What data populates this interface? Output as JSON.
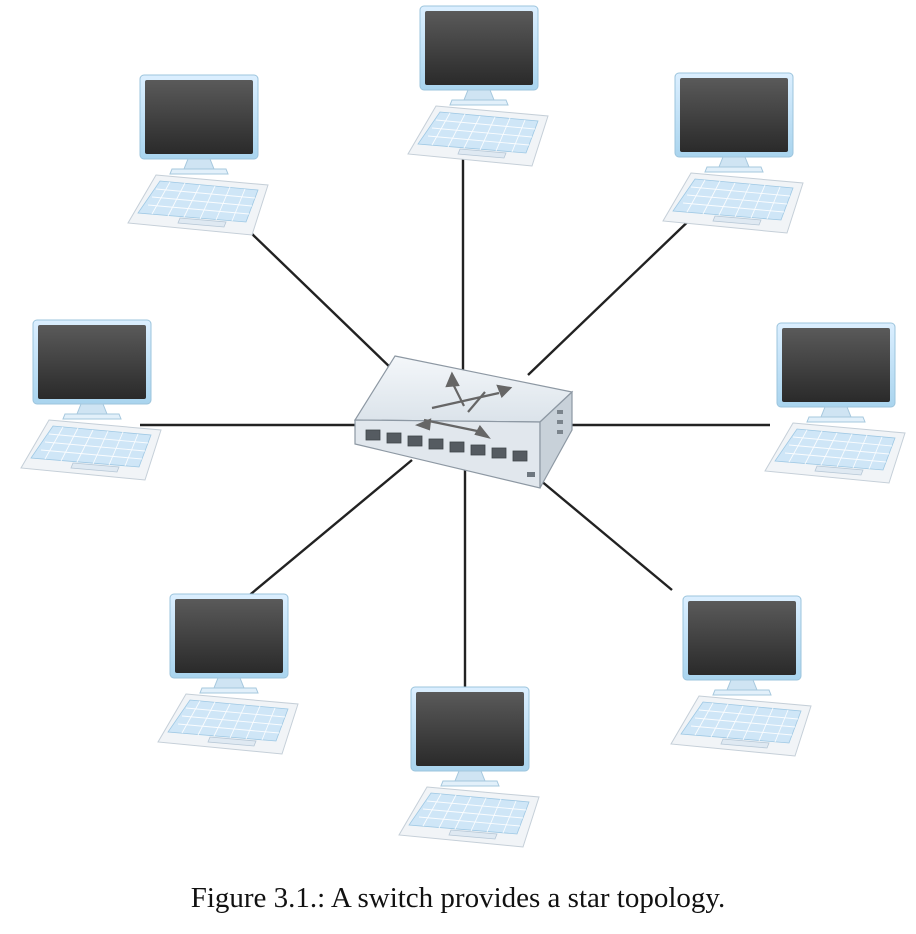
{
  "figure": {
    "caption": "Figure 3.1.: A switch provides a star topology."
  },
  "network": {
    "topology": "star",
    "hub": {
      "device": "switch",
      "icon": "network-switch-icon",
      "port_count": 8
    },
    "nodes": [
      {
        "id": "computer-top",
        "icon": "desktop-computer-icon"
      },
      {
        "id": "computer-top-right",
        "icon": "desktop-computer-icon"
      },
      {
        "id": "computer-right",
        "icon": "desktop-computer-icon"
      },
      {
        "id": "computer-bottom-right",
        "icon": "desktop-computer-icon"
      },
      {
        "id": "computer-bottom",
        "icon": "desktop-computer-icon"
      },
      {
        "id": "computer-bottom-left",
        "icon": "desktop-computer-icon"
      },
      {
        "id": "computer-left",
        "icon": "desktop-computer-icon"
      },
      {
        "id": "computer-top-left",
        "icon": "desktop-computer-icon"
      }
    ]
  },
  "colors": {
    "link": "#222222",
    "screen_dark": "#2f2f2f",
    "monitor_frame": "#a9d4ee",
    "keyboard_key": "#cfe6f7",
    "switch_body": "#e8edf2",
    "arrow": "#666666"
  }
}
